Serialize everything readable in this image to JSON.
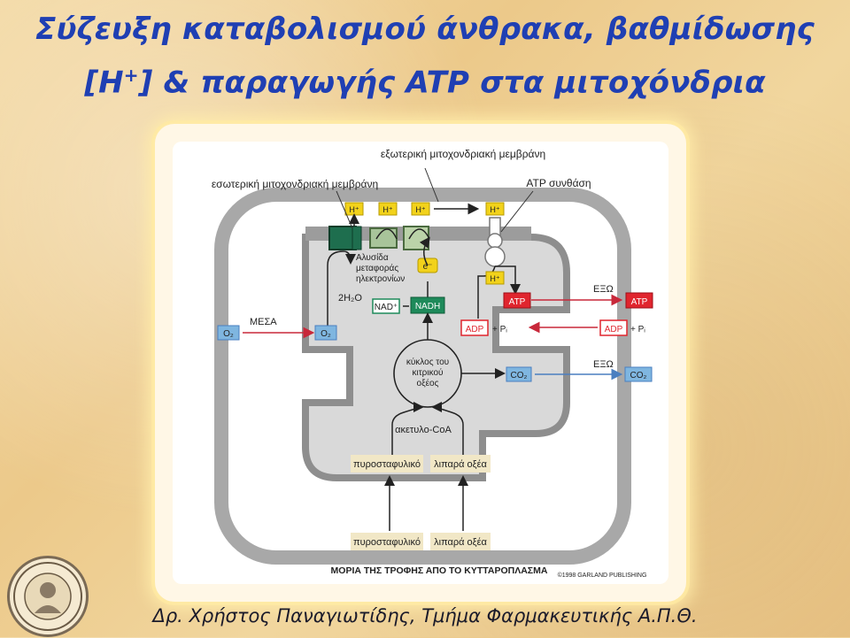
{
  "title": {
    "line1": "Σύζευξη καταβολισμού άνθρακα, βαθμίδωσης",
    "line2_pre": "[H",
    "line2_sup": "+",
    "line2_post": "] & παραγωγής ATP στα μιτοχόνδρια"
  },
  "labels": {
    "outer_membrane": "εξωτερική μιτοχονδριακή μεμβράνη",
    "inner_membrane": "εσωτερική μιτοχονδριακή μεμβράνη",
    "atp_synthase": "ATP συνθάση",
    "etc_line1": "Αλυσίδα",
    "etc_line2": "μεταφοράς",
    "etc_line3": "ηλεκτρονίων",
    "h2o": "2H₂O",
    "electron": "e⁻",
    "nad": "NAD⁺",
    "nadh": "NADH",
    "h_plus": "H⁺",
    "atp": "ATP",
    "adp": "ADP",
    "pi": "+ Pᵢ",
    "o2": "O₂",
    "co2": "CO₂",
    "mesa": "ΜΕΣΑ",
    "exo": "ΕΞΩ",
    "tca_line1": "κύκλος του",
    "tca_line2": "κιτρικού",
    "tca_line3": "οξέος",
    "acetyl_coa": "ακετυλο-CoA",
    "pyruvate": "πυροσταφυλικό",
    "fatty_acids": "λιπαρά οξέα",
    "food_molecules": "ΜΟΡΙΑ ΤΗΣ ΤΡΟΦΗΣ ΑΠΟ ΤΟ ΚΥΤΤΑΡΟΠΛΑΣΜΑ",
    "copyright": "©1998 GARLAND PUBLISHING"
  },
  "footer": "Δρ. Χρήστος Παναγιωτίδης, Τμήμα Φαρμακευτικής Α.Π.Θ.",
  "colors": {
    "title_blue": "#1f3fb3",
    "membrane_gray": "#9a9a9a",
    "matrix_gray": "#d6d6d6",
    "atp_red": "#e0252e",
    "oxygen_blue": "#7fb6e0",
    "nadh_green": "#1e8a5a",
    "h_yellow": "#f2d21b",
    "arrow_red": "#c8283a"
  }
}
